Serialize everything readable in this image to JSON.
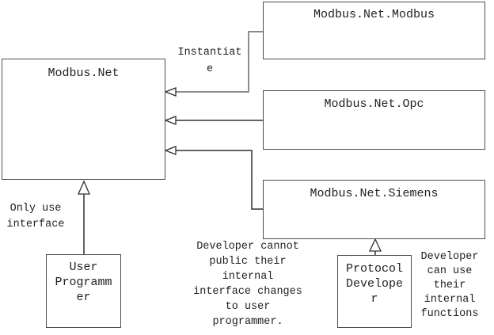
{
  "diagram": {
    "boxes": {
      "modbus_net": {
        "title": "Modbus.Net"
      },
      "modbus_net_modbus": {
        "title": "Modbus.Net.Modbus"
      },
      "modbus_net_opc": {
        "title": "Modbus.Net.Opc"
      },
      "modbus_net_siemens": {
        "title": "Modbus.Net.Siemens"
      },
      "user_programmer": {
        "lines": [
          "User",
          "Programm",
          "er"
        ]
      },
      "protocol_developer": {
        "lines": [
          "Protocol",
          "Develope",
          "r"
        ]
      }
    },
    "annotations": {
      "instantiate": {
        "lines": [
          "Instantiat",
          "e"
        ]
      },
      "only_use_interface": {
        "lines": [
          "Only use",
          "interface"
        ]
      },
      "developer_cannot": {
        "lines": [
          "Developer cannot",
          "public their",
          "internal",
          "interface changes",
          "to user",
          "programmer."
        ]
      },
      "developer_can": {
        "lines": [
          "Developer",
          "can use",
          "their",
          "internal",
          "functions"
        ]
      }
    },
    "colors": {
      "line_dark": "#303030",
      "line_gray": "#8c8c8c",
      "box_border": "#4d4d4d",
      "text": "#1f1f1f",
      "bg": "#ffffff"
    }
  }
}
